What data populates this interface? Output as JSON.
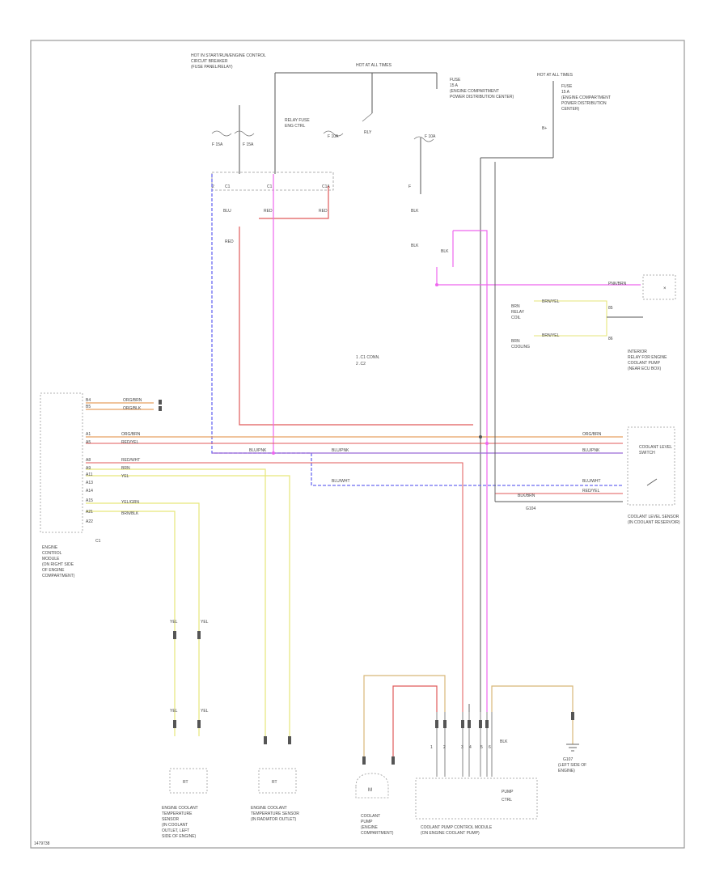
{
  "page": {
    "footer_code": "1479738"
  },
  "colors": {
    "frame": "#9a9a9a",
    "wire_black": "#555555",
    "wire_red": "#e05a5a",
    "wire_orange": "#e8a060",
    "wire_blue": "#6a6af0",
    "wire_purple": "#9a6ad8",
    "wire_pink": "#ee66ee",
    "wire_yellow": "#e6e67a",
    "wire_grey": "#9a9a9a",
    "wire_tan": "#d8b878"
  },
  "labels": {
    "top_left_module": "HOT IN START/RUN/ENGINE CONTROL",
    "top_left_module_2": "CIRCUIT BREAKER",
    "top_left_module_3": "(FUSE PANEL/RELAY)",
    "top_center": "HOT AT ALL TIMES",
    "fuse_group": "FUSE",
    "fuse_group_2": "15 A",
    "fuse_group_3": "(ENGINE COMPARTMENT",
    "fuse_group_4": "POWER DISTRIBUTION CENTER)",
    "top_right": "HOT AT ALL TIMES",
    "top_right_fuse": "FUSE",
    "top_right_fuse_2": "15 A",
    "top_right_fuse_3": "(ENGINE COMPARTMENT",
    "top_right_fuse_4": "POWER DISTRIBUTION",
    "top_right_fuse_5": "CENTER)",
    "mid_legend_1": "1 .C1 CONN.",
    "mid_legend_2": "2 .C2",
    "right_relay": "INTERIOR",
    "right_relay_2": "RELAY FOR ENGINE",
    "right_relay_3": "COOLANT PUMP",
    "right_relay_4": "(NEAR ECU BOX)",
    "right_module": "COOLANT LEVEL",
    "right_module_2": "SWITCH",
    "right_module_3": "COOLANT LEVEL SENSOR",
    "right_module_4": "(IN COOLANT RESERVOIR)",
    "left_module": "ENGINE",
    "left_module_2": "CONTROL",
    "left_module_3": "MODULE",
    "left_module_4": "(ON RIGHT SIDE",
    "left_module_5": "OF ENGINE",
    "left_module_6": "COMPARTMENT)",
    "bottom_sensor_1": "ENGINE COOLANT",
    "bottom_sensor_1b": "TEMPERATURE",
    "bottom_sensor_1c": "SENSOR",
    "bottom_sensor_1d": "(IN COOLANT",
    "bottom_sensor_1e": "OUTLET, LEFT",
    "bottom_sensor_1f": "SIDE OF ENGINE)",
    "bottom_sensor_2": "ENGINE COOLANT",
    "bottom_sensor_2b": "TEMPERATURE SENSOR",
    "bottom_sensor_2c": "(IN RADIATOR OUTLET)",
    "bottom_pump": "COOLANT",
    "bottom_pump_2": "PUMP",
    "bottom_pump_3": "(ENGINE",
    "bottom_pump_4": "COMPARTMENT)",
    "bottom_controller": "COOLANT PUMP CONTROL MODULE",
    "bottom_controller_2": "(ON ENGINE COOLANT PUMP)",
    "bottom_ground": "G107",
    "bottom_ground_2": "(LEFT SIDE OF",
    "bottom_ground_3": "ENGINE)"
  }
}
